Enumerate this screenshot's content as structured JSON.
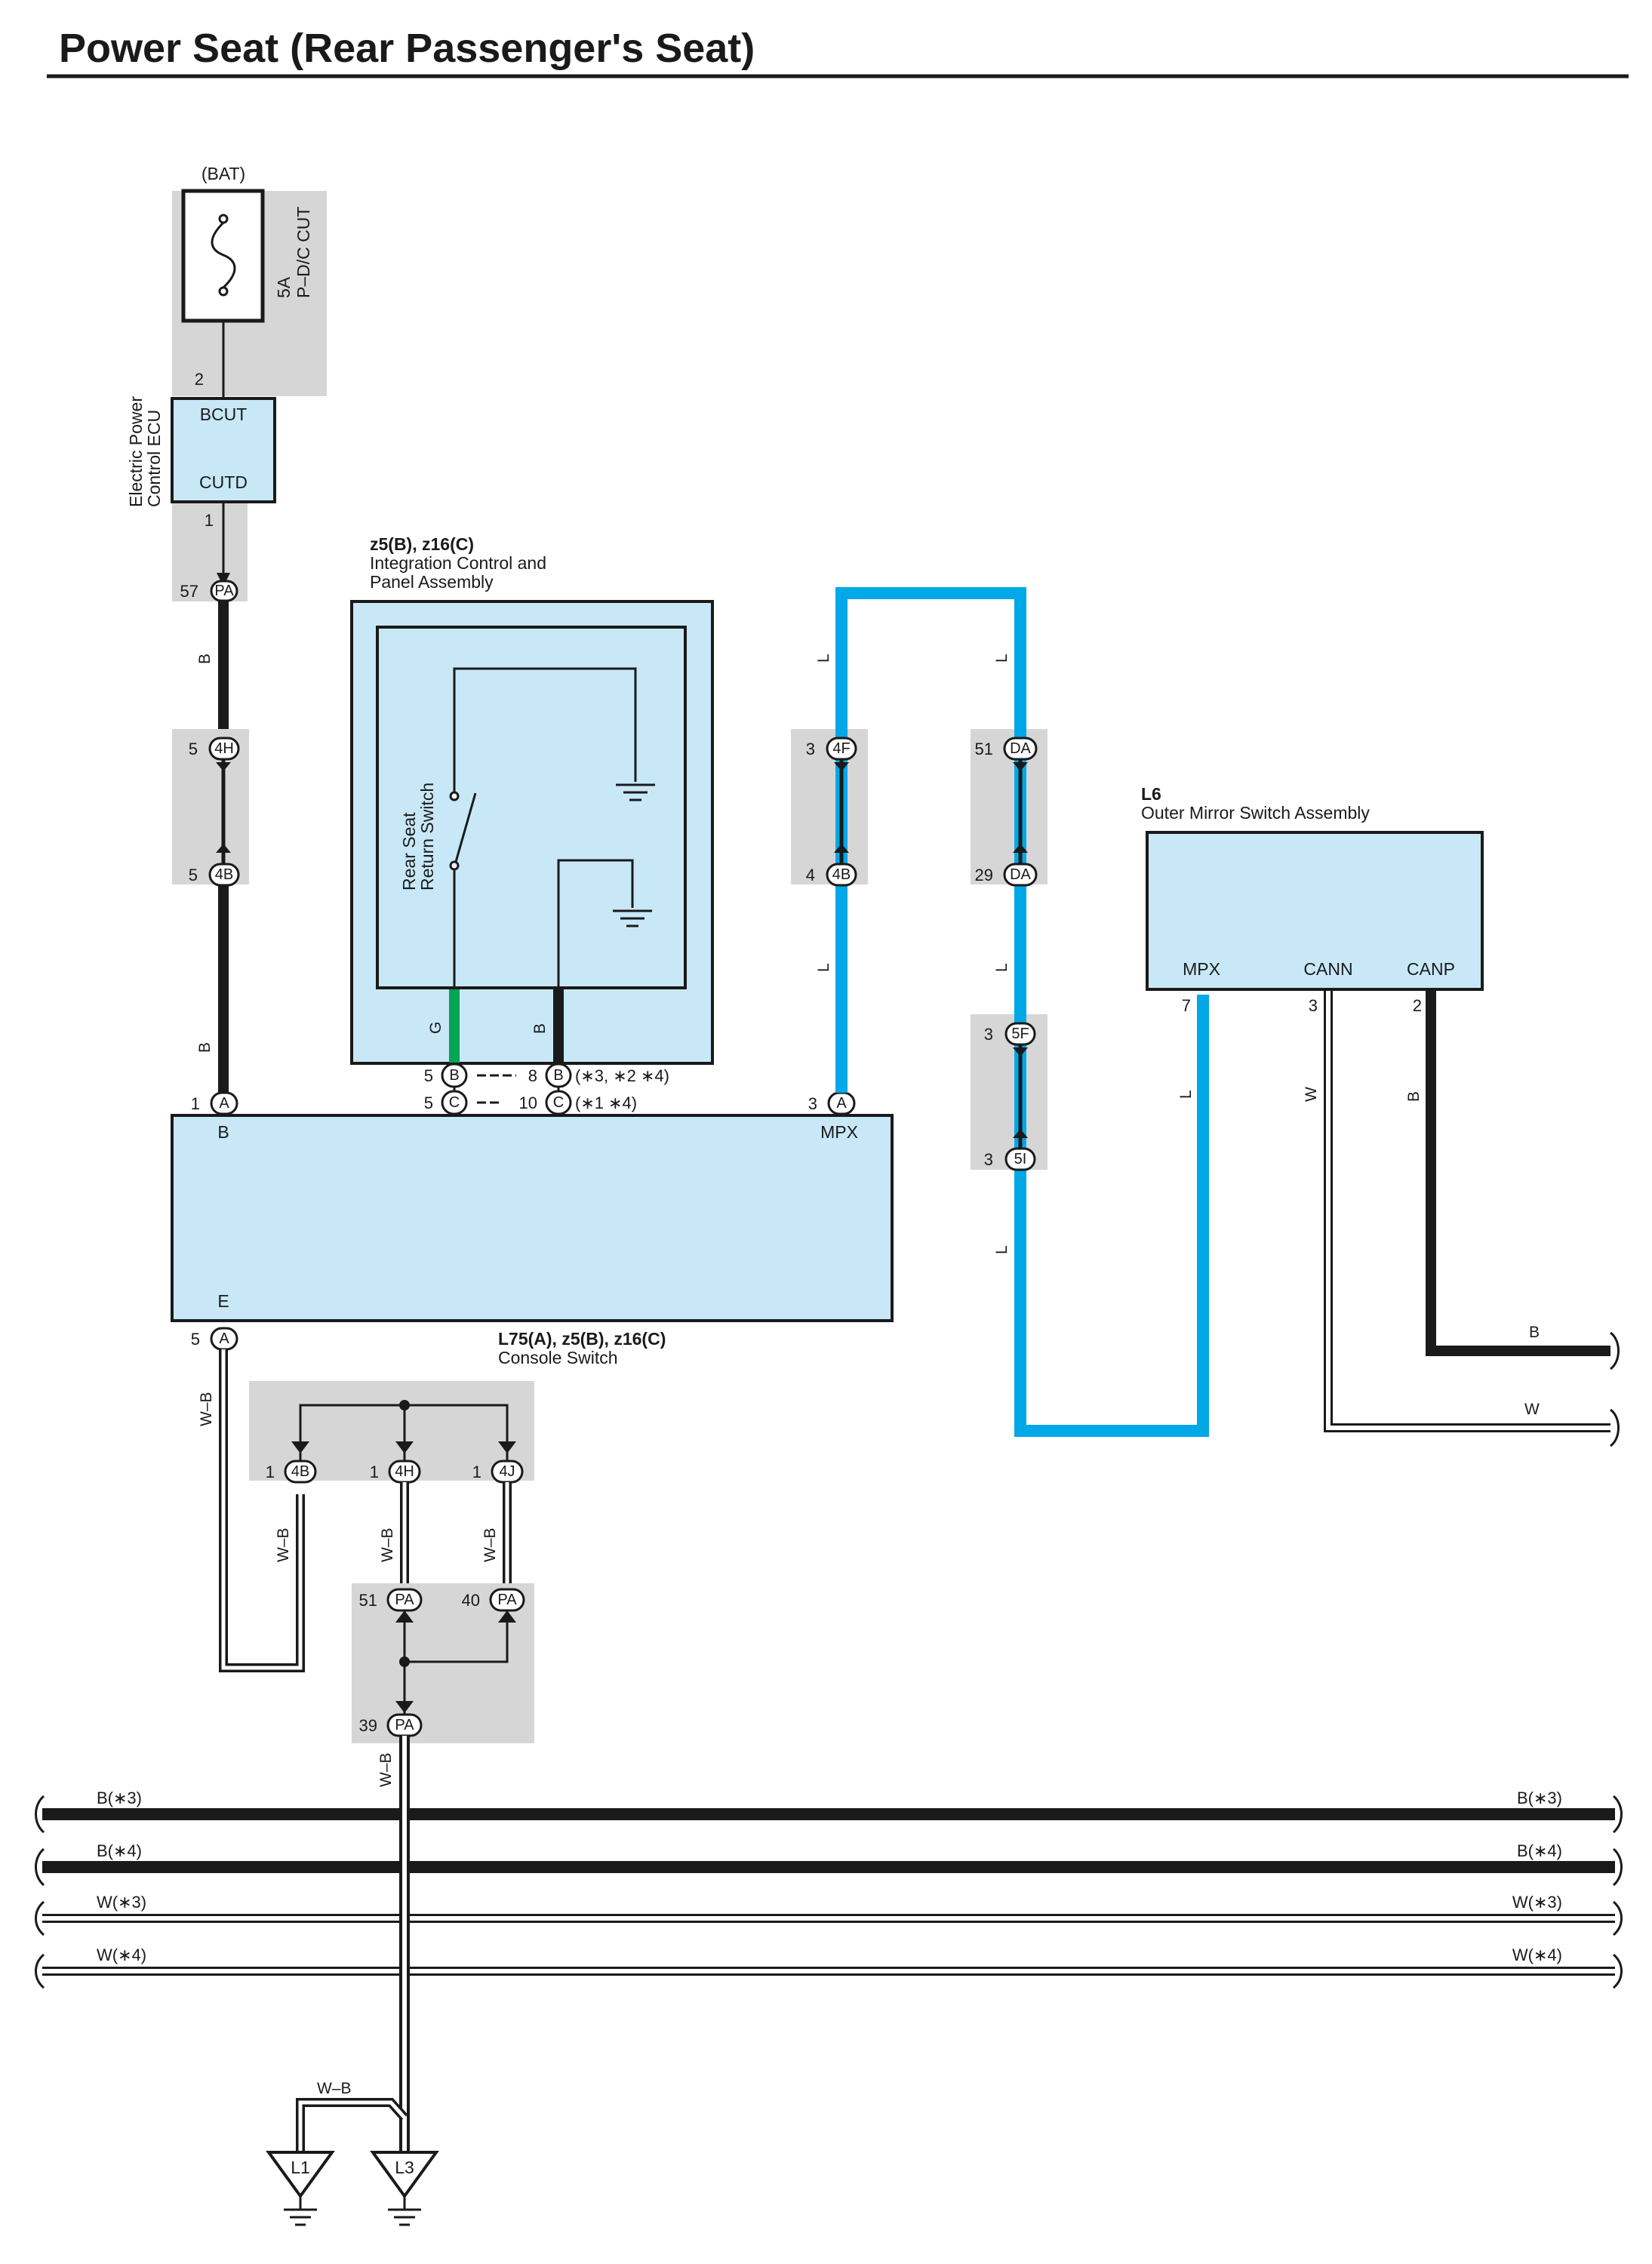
{
  "title": "Power Seat (Rear Passenger's Seat)",
  "colors": {
    "component_fill": "#c8e8f8",
    "connector_bg": "#d6d6d6",
    "wire_blue": "#00a8e8",
    "wire_green": "#00a651",
    "wire_black": "#1a1a1a"
  },
  "battery": {
    "label": "(BAT)",
    "fuse_amp": "5A",
    "fuse_name": "P–D/C CUT"
  },
  "ecu": {
    "name_line1": "Electric Power",
    "name_line2": "Control ECU",
    "pin_bcut": "BCUT",
    "pin_cutd": "CUTD",
    "pin_bcut_no": "2",
    "pin_cutd_no": "1"
  },
  "integration": {
    "code": "z5(B), z16(C)",
    "name_line1": "Integration Control and",
    "name_line2": "Panel Assembly",
    "switch_line1": "Rear Seat",
    "switch_line2": "Return Switch"
  },
  "console": {
    "code": "L75(A), z5(B), z16(C)",
    "name": "Console Switch",
    "pin_b": "B",
    "pin_mpx": "MPX",
    "pin_e": "E"
  },
  "mirror": {
    "code": "L6",
    "name": "Outer Mirror Switch Assembly",
    "pin_mpx": "MPX",
    "pin_cann": "CANN",
    "pin_canp": "CANP",
    "pin_mpx_no": "7",
    "pin_cann_no": "3",
    "pin_canp_no": "2"
  },
  "connectors": {
    "pa57": {
      "pin": "57",
      "label": "PA"
    },
    "c4h_top": {
      "pin": "5",
      "label": "4H"
    },
    "c4b_top": {
      "pin": "5",
      "label": "4B"
    },
    "c4f": {
      "pin": "3",
      "label": "4F"
    },
    "c4b_mid": {
      "pin": "4",
      "label": "4B"
    },
    "da51": {
      "pin": "51",
      "label": "DA"
    },
    "da29": {
      "pin": "29",
      "label": "DA"
    },
    "c5f": {
      "pin": "3",
      "label": "5F"
    },
    "c5i": {
      "pin": "3",
      "label": "5I"
    },
    "a1": {
      "pin": "1",
      "label": "A"
    },
    "a3": {
      "pin": "3",
      "label": "A"
    },
    "a5": {
      "pin": "5",
      "label": "A"
    },
    "b5": {
      "pin": "5",
      "label": "B"
    },
    "b8": {
      "pin": "8",
      "label": "B",
      "note": "(∗3, ∗2 ∗4)"
    },
    "c5": {
      "pin": "5",
      "label": "C"
    },
    "c10": {
      "pin": "10",
      "label": "C",
      "note": "(∗1 ∗4)"
    },
    "g4b": {
      "pin": "1",
      "label": "4B"
    },
    "g4h": {
      "pin": "1",
      "label": "4H"
    },
    "g4j": {
      "pin": "1",
      "label": "4J"
    },
    "pa51": {
      "pin": "51",
      "label": "PA"
    },
    "pa40": {
      "pin": "40",
      "label": "PA"
    },
    "pa39": {
      "pin": "39",
      "label": "PA"
    }
  },
  "wires": {
    "b": "B",
    "l": "L",
    "g": "G",
    "w": "W",
    "wb": "W–B"
  },
  "bus": {
    "b3": "B(∗3)",
    "b4": "B(∗4)",
    "w3": "W(∗3)",
    "w4": "W(∗4)"
  },
  "grounds": {
    "l1": "L1",
    "l3": "L3"
  }
}
